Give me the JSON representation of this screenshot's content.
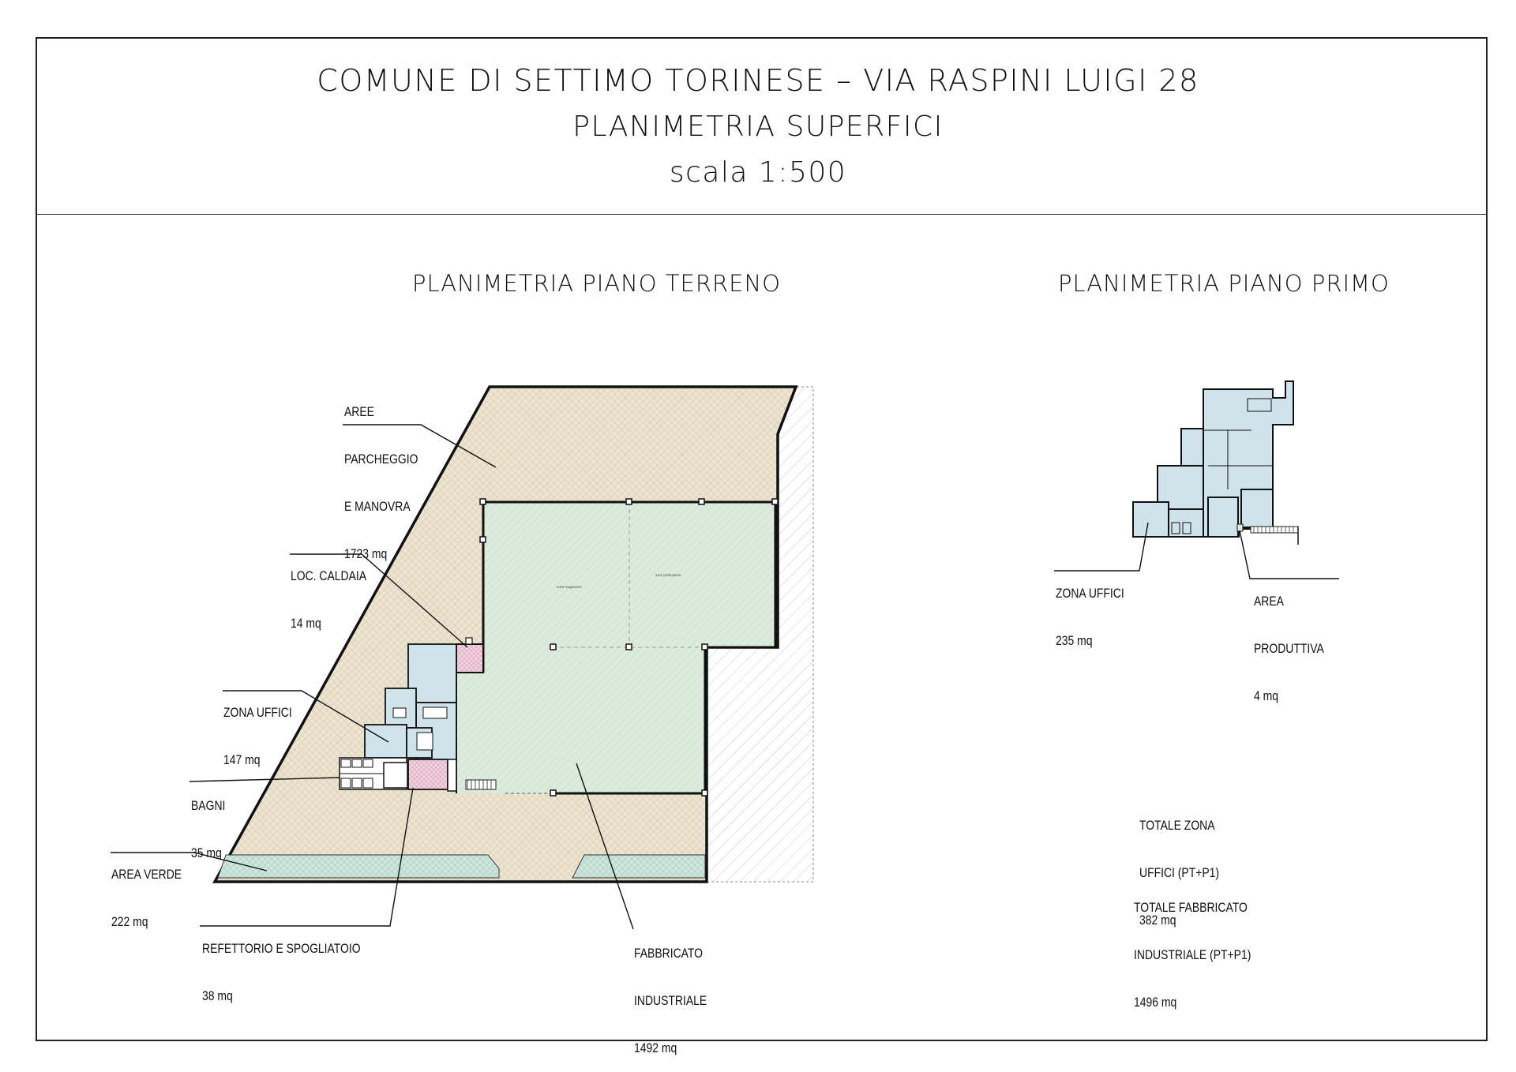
{
  "header": {
    "title": "COMUNE DI SETTIMO TORINESE – VIA RASPINI LUIGI 28",
    "subtitle": "PLANIMETRIA SUPERFICI",
    "scale": "scala 1:500"
  },
  "ground_floor": {
    "title": "PLANIMETRIA PIANO TERRENO",
    "labels": {
      "parking": {
        "name_lines": [
          "AREE",
          "PARCHEGGIO",
          "E MANOVRA"
        ],
        "area": "1723 mq"
      },
      "boiler": {
        "name": "LOC. CALDAIA",
        "area": "14 mq"
      },
      "offices": {
        "name": "ZONA UFFICI",
        "area": "147 mq"
      },
      "toilets": {
        "name": "BAGNI",
        "area": "35 mq"
      },
      "green": {
        "name": "AREA VERDE",
        "area": "222 mq"
      },
      "canteen": {
        "name": "REFETTORIO E SPOGLIATOIO",
        "area": "38 mq"
      },
      "industrial": {
        "name_lines": [
          "FABBRICATO",
          "INDUSTRIALE"
        ],
        "area": "1492 mq"
      }
    }
  },
  "first_floor": {
    "title": "PLANIMETRIA PIANO PRIMO",
    "labels": {
      "offices": {
        "name": "ZONA UFFICI",
        "area": "235 mq"
      },
      "production": {
        "name_lines": [
          "AREA",
          "PRODUTTIVA"
        ],
        "area": "4 mq"
      }
    }
  },
  "totals": {
    "offices": {
      "lines": [
        "TOTALE ZONA",
        "UFFICI (PT+P1)"
      ],
      "area": "382 mq"
    },
    "industrial": {
      "lines": [
        "TOTALE FABBRICATO",
        "INDUSTRIALE (PT+P1)"
      ],
      "area": "1496 mq"
    }
  },
  "colors": {
    "parking_fill": "#ece3d1",
    "industrial_fill": "#dcebdc",
    "green_fill": "#cfe6de",
    "boiler_fill": "#e9b8cf",
    "line": "#111111"
  }
}
